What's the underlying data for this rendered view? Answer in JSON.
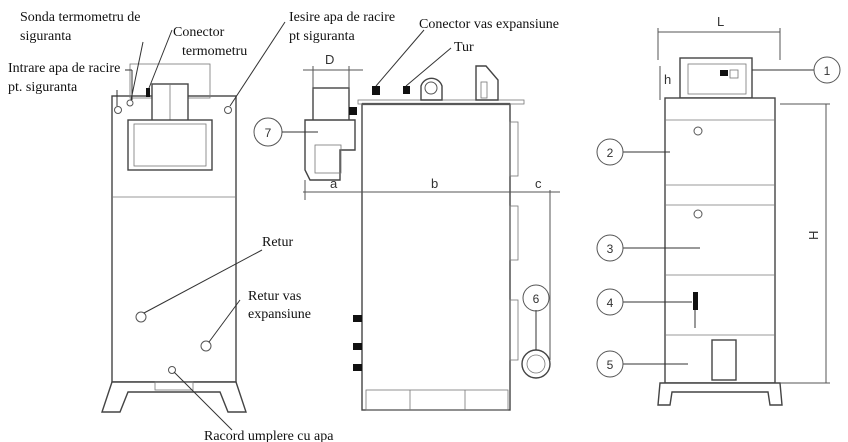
{
  "labels": {
    "sonda_line1": "Sonda termometru de",
    "sonda_line2": "siguranta",
    "conector_termo_line1": "Conector",
    "conector_termo_line2": "termometru",
    "intrare_line1": "Intrare apa de racire",
    "intrare_line2": "pt. siguranta",
    "iesire_line1": "Iesire apa de racire",
    "iesire_line2": "pt siguranta",
    "conector_vas": "Conector vas expansiune",
    "tur": "Tur",
    "retur": "Retur",
    "retur_vas_line1": "Retur vas",
    "retur_vas_line2": "expansiune",
    "racord": "Racord umplere cu apa"
  },
  "dimensions": {
    "D": "D",
    "a": "a",
    "b": "b",
    "c": "c",
    "L": "L",
    "h": "h",
    "H": "H"
  },
  "callouts": [
    "1",
    "2",
    "3",
    "4",
    "5",
    "6",
    "7"
  ]
}
